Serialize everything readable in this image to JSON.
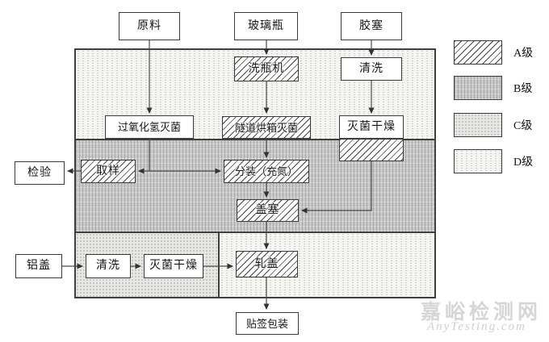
{
  "diagram": {
    "sources": {
      "raw_material": "原料",
      "glass_bottle": "玻璃瓶",
      "rubber_stopper": "胶塞",
      "aluminum_cap": "铝盖"
    },
    "nodes": {
      "bottle_washer": "洗瓶机",
      "stopper_wash": "清洗",
      "h2o2_sterilize": "过氧化氢灭菌",
      "tunnel_oven_sterilize": "隧道烘箱灭菌",
      "stopper_sterilize_dry": "灭菌干燥",
      "inspection": "检验",
      "sampling": "取样",
      "filling_nitrogen": "分装（充氮）",
      "stoppering": "盖塞",
      "cap_wash": "清洗",
      "cap_sterilize_dry": "灭菌干燥",
      "capping": "轧盖",
      "labeling_packaging": "贴签包装"
    },
    "legend": {
      "a": "A级",
      "b": "B级",
      "c": "C级",
      "d": "D级"
    },
    "colors": {
      "line": "#3f3f3f",
      "zone_b_fill": "#c9c9c9",
      "zone_c_fill": "#e7e7e4",
      "zone_d_fill": "#f4f4f1"
    },
    "watermark": {
      "line1": "嘉峪检测网",
      "line2": "AnyTesting.com"
    }
  }
}
